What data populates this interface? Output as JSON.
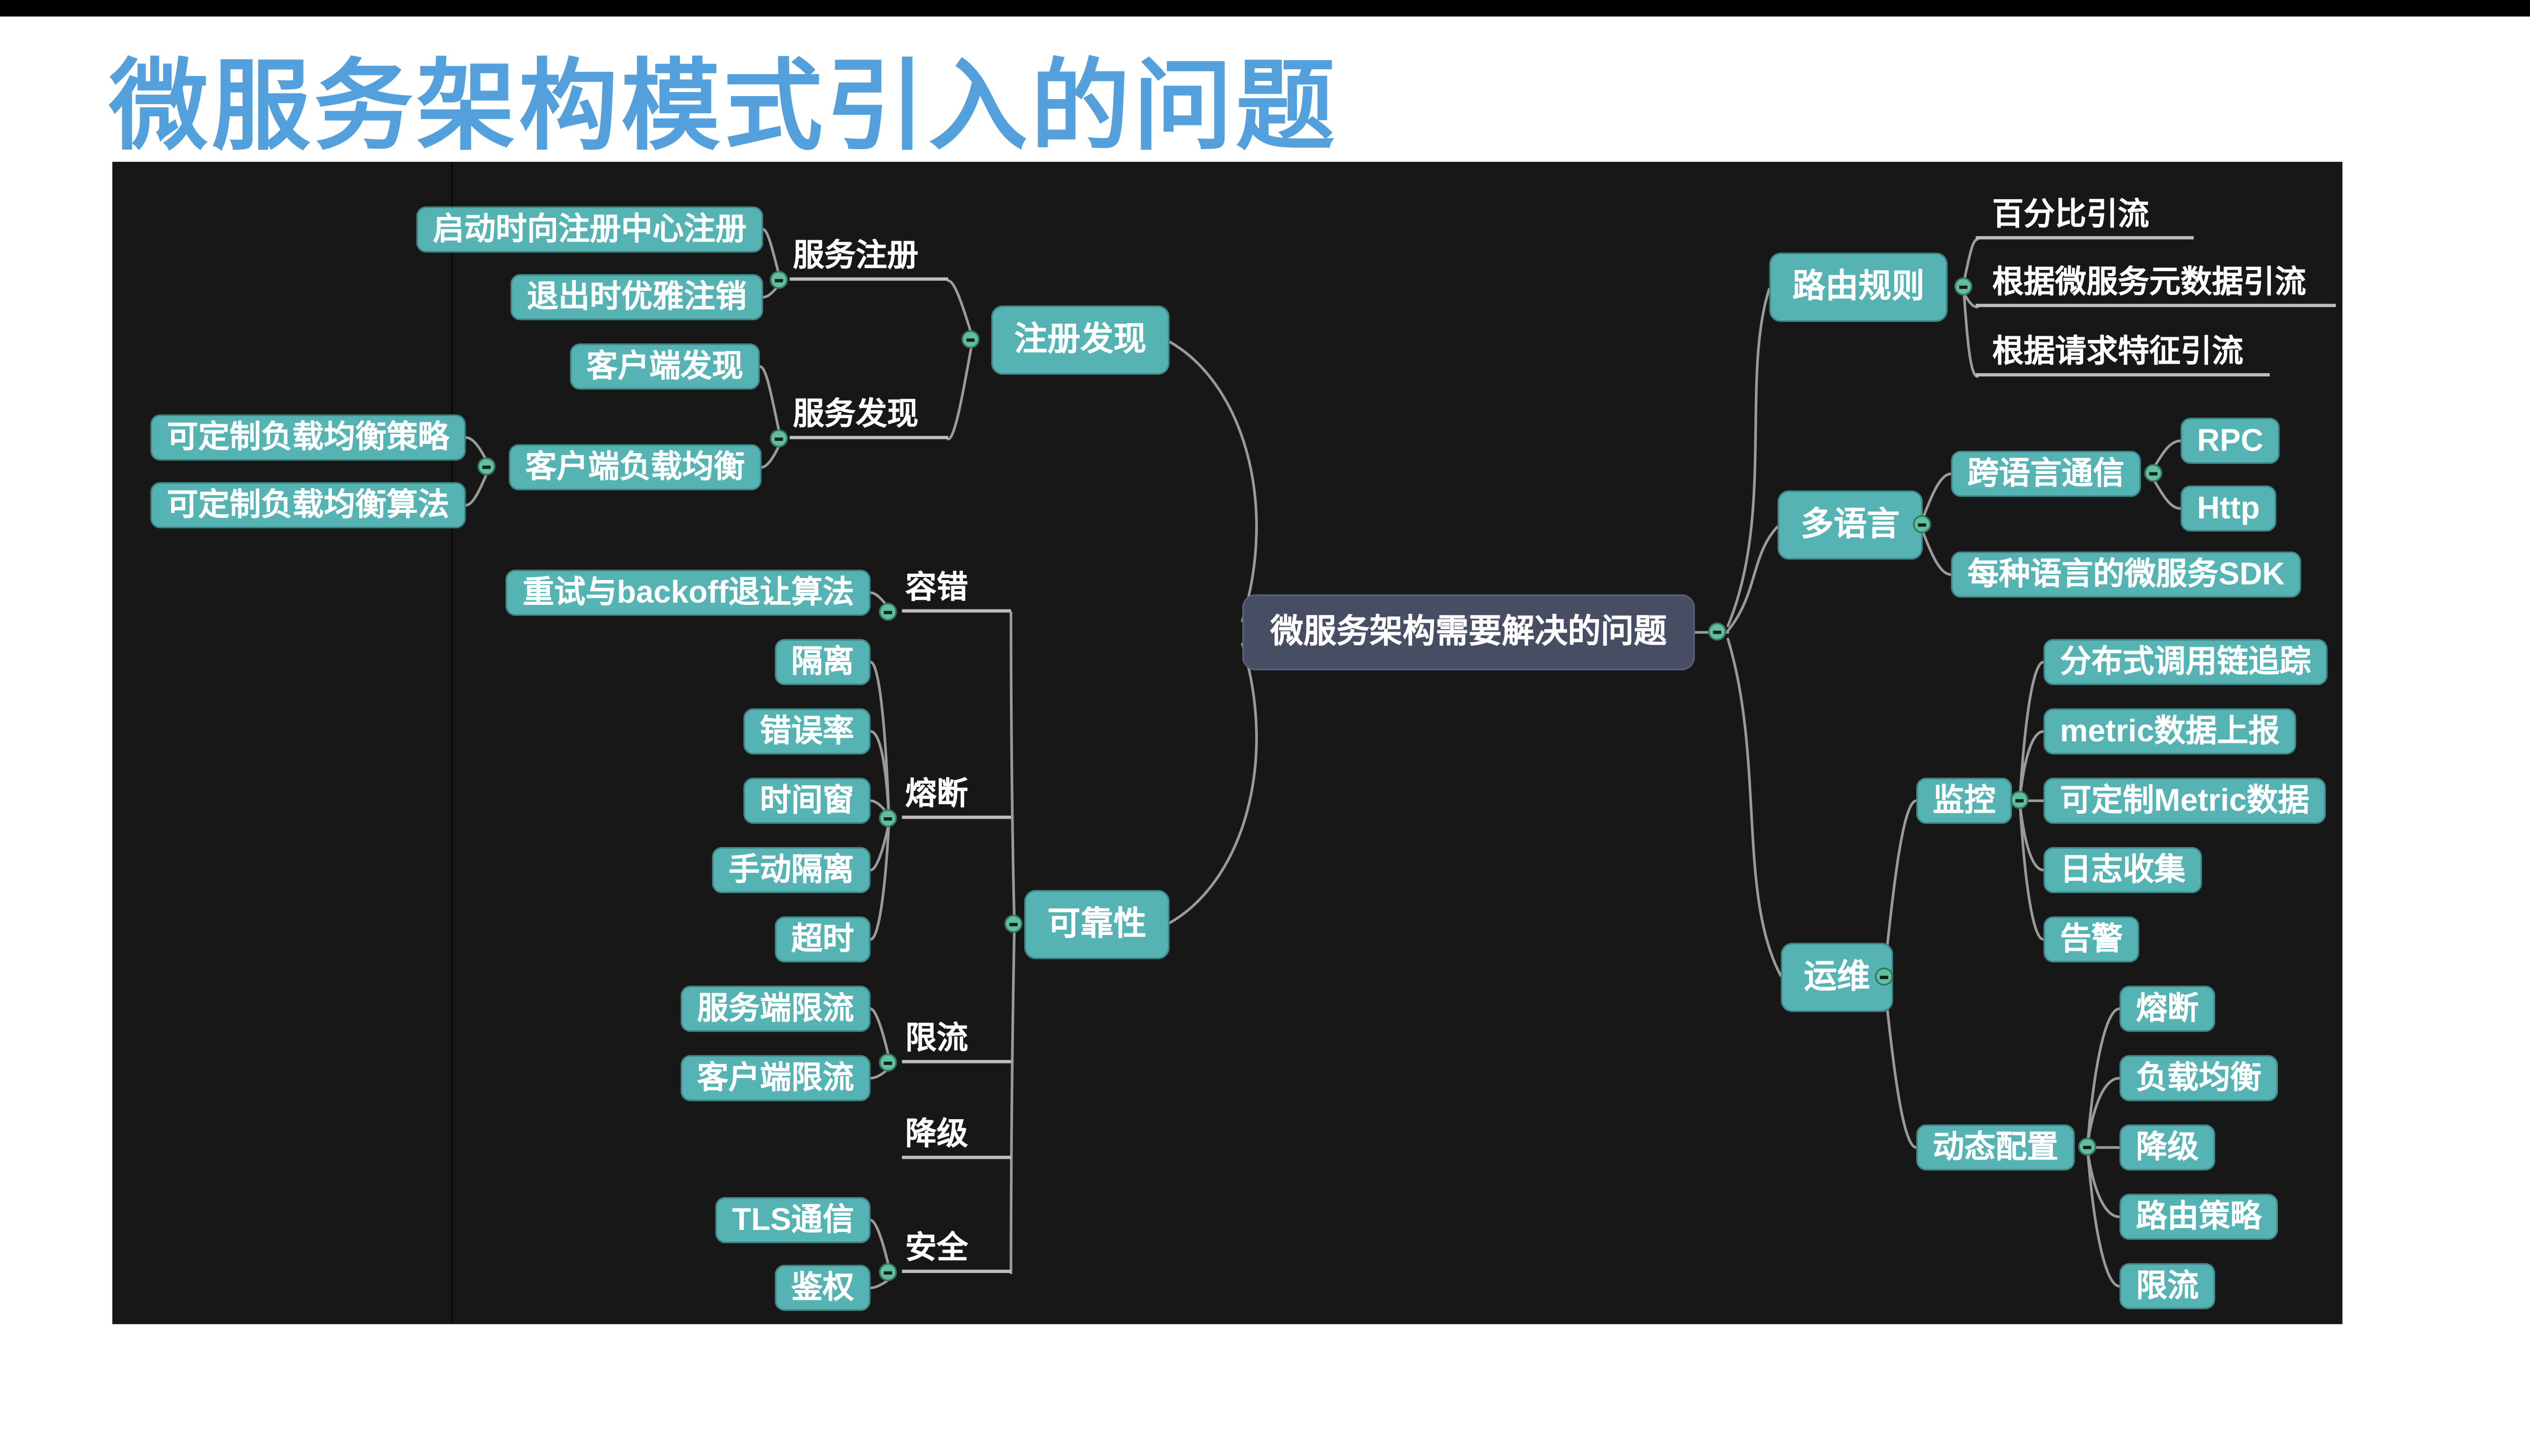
{
  "title": "微服务架构模式引入的问题",
  "colors": {
    "title_blue": "#54A0DC",
    "node_teal": "#56B3B3",
    "center_bg": "#474E63",
    "panel_bg": "#171717",
    "line_gray": "#9A9A9A",
    "collapse_dot": "#5FBF9F"
  },
  "mindmap": {
    "center": "微服务架构需要解决的问题",
    "registry": {
      "label": "注册发现",
      "service_registration": {
        "label": "服务注册",
        "register_on_startup": "启动时向注册中心注册",
        "graceful_logout": "退出时优雅注销"
      },
      "service_discovery": {
        "label": "服务发现",
        "client_discovery": "客户端发现",
        "client_lb": {
          "label": "客户端负载均衡",
          "custom_strategy": "可定制负载均衡策略",
          "custom_algorithm": "可定制负载均衡算法"
        }
      }
    },
    "reliability": {
      "label": "可靠性",
      "fault_tolerance": {
        "label": "容错",
        "retry_backoff": "重试与backoff退让算法"
      },
      "circuit_breaker": {
        "label": "熔断",
        "isolation": "隔离",
        "error_rate": "错误率",
        "time_window": "时间窗",
        "manual_isolation": "手动隔离",
        "timeout": "超时"
      },
      "rate_limit": {
        "label": "限流",
        "server_side": "服务端限流",
        "client_side": "客户端限流"
      },
      "degradation": {
        "label": "降级"
      },
      "security": {
        "label": "安全",
        "tls": "TLS通信",
        "auth": "鉴权"
      }
    },
    "routing_rules": {
      "label": "路由规则",
      "by_percentage": "百分比引流",
      "by_metadata": "根据微服务元数据引流",
      "by_request_feature": "根据请求特征引流"
    },
    "multi_language": {
      "label": "多语言",
      "cross_language": {
        "label": "跨语言通信",
        "rpc": "RPC",
        "http": "Http"
      },
      "sdk_per_language": "每种语言的微服务SDK"
    },
    "operations": {
      "label": "运维",
      "monitoring": {
        "label": "监控",
        "tracing": "分布式调用链追踪",
        "metric_report": "metric数据上报",
        "custom_metric": "可定制Metric数据",
        "log_collection": "日志收集",
        "alerting": "告警"
      },
      "dynamic_config": {
        "label": "动态配置",
        "circuit_breaker": "熔断",
        "load_balance": "负载均衡",
        "degradation": "降级",
        "routing_policy": "路由策略",
        "rate_limit": "限流"
      }
    }
  }
}
